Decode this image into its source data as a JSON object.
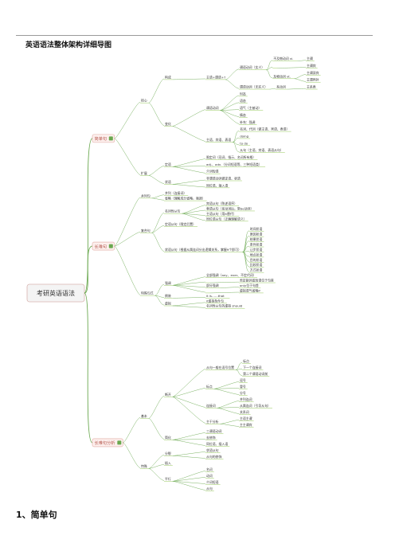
{
  "document": {
    "title": "英语语法整体架构详细导图",
    "section_heading": "1、简单句"
  },
  "colors": {
    "connector": "#6aa84f",
    "root_border": "#d9b4b0",
    "root_fill": "#f4f4f4",
    "branch_fill": "#fdf0ee",
    "branch_border": "#e0a8a0",
    "badge": "#6aa84f",
    "leaf_underline": "#8bc34a",
    "star_badge": "#f3c242"
  },
  "mindmap": {
    "root": {
      "label": "考研英语语法"
    },
    "branches": [
      {
        "label": "简单句",
        "children": [
          {
            "label": "核心",
            "children": [
              {
                "label": "构成",
                "children": [
                  {
                    "label": "主语+谓语+?",
                    "children": [
                      {
                        "label": "谓语动词（实义）",
                        "children": [
                          {
                            "label": "不及物动词 vi.",
                            "children": [
                              {
                                "label": "主谓"
                              }
                            ]
                          },
                          {
                            "label": "",
                            "children": [
                              {
                                "label": "主谓宾"
                              }
                            ]
                          },
                          {
                            "label": "及物动词 vt.",
                            "children": [
                              {
                                "label": "主谓双宾"
                              },
                              {
                                "label": "主谓宾补"
                              }
                            ]
                          }
                        ]
                      },
                      {
                        "label": "谓语动词（无实义）",
                        "children": [
                          {
                            "label": "系动词",
                            "children": [
                              {
                                "label": "主系表"
                              }
                            ]
                          }
                        ]
                      }
                    ]
                  }
                ]
              },
              {
                "label": "变化",
                "children": [
                  {
                    "label": "谓语动词",
                    "children": [
                      {
                        "label": "时态"
                      },
                      {
                        "label": "语态"
                      },
                      {
                        "label": "语气（主被动）"
                      },
                      {
                        "label": "情态"
                      },
                      {
                        "label": "补充：强调"
                      }
                    ]
                  },
                  {
                    "label": "主语、宾语、表语",
                    "children": [
                      {
                        "label": "名词、代词（做主语、宾语、表语）"
                      },
                      {
                        "label": "doing"
                      },
                      {
                        "label": "to do"
                      },
                      {
                        "label": "从句（主语、宾语、表语从句）"
                      }
                    ]
                  }
                ]
              }
            ]
          },
          {
            "label": "扩展",
            "children": [
              {
                "label": "定语",
                "children": [
                  {
                    "label": "限定词（冠词、指示、名词所有格）"
                  },
                  {
                    "label": "adj.、adv.（分词短语等、三种短语类）"
                  },
                  {
                    "label": "介词短语"
                  }
                ]
              },
              {
                "label": "状语",
                "children": [
                  {
                    "label": "非谓语动词做定语、状语"
                  },
                  {
                    "label": "同位语、插入语"
                  }
                ]
              }
            ]
          }
        ]
      },
      {
        "label": "长难句",
        "children": [
          {
            "label": "并列句",
            "children": [
              {
                "label": "并列（连接词）"
              },
              {
                "label": "省略（理解成分省略，强调）"
              }
            ]
          },
          {
            "label": "复合句",
            "children": [
              {
                "label": "名词性从句",
                "children": [
                  {
                    "label": "宾语从句（陈述语序）"
                  },
                  {
                    "label": "表语从句（系动词后，常be动词）"
                  },
                  {
                    "label": "主语从句（用it替代）"
                  },
                  {
                    "label": "同位语从句（正确理解语义）"
                  }
                ]
              },
              {
                "label": "定语从句（限定后置）"
              },
              {
                "label": "状语从句（根据从属连词分出逻辑关系，掌握9个即可）",
                "children": [
                  {
                    "label": "时间状语"
                  },
                  {
                    "label": "原因状语"
                  },
                  {
                    "label": "结果状语"
                  },
                  {
                    "label": "条件状语"
                  },
                  {
                    "label": "让步状语"
                  },
                  {
                    "label": "地点状语"
                  },
                  {
                    "label": "目的状语"
                  },
                  {
                    "label": "比较状语"
                  },
                  {
                    "label": "方式状语"
                  }
                ]
              }
            ]
          },
          {
            "label": "特殊句式",
            "children": [
              {
                "label": "强调",
                "children": [
                  {
                    "label": "全部强调（any、ever、不定代词）"
                  },
                  {
                    "label": "",
                    "children": [
                      {
                        "label": "否定副词或短语位于句首"
                      }
                    ]
                  },
                  {
                    "label": "部分强调",
                    "children": [
                      {
                        "label": "only位于句首"
                      }
                    ]
                  },
                  {
                    "label": "",
                    "children": [
                      {
                        "label": "虚拟语气省略if"
                      }
                    ]
                  }
                ]
              },
              {
                "label": "倒装",
                "children": [
                  {
                    "label": "it is……that"
                  }
                ]
              },
              {
                "label": "虚拟",
                "children": [
                  {
                    "label": "if虚拟条件句"
                  },
                  {
                    "label": "名词性从句的虚拟 should"
                  }
                ]
              }
            ]
          }
        ]
      },
      {
        "label": "长难句分析",
        "children": [
          {
            "label": "基本",
            "children": [
              {
                "label": "断开",
                "children": [
                  {
                    "label": "从句一般在逗号位置",
                    "children": [
                      {
                        "label": "标点"
                      },
                      {
                        "label": "下一个连接词"
                      },
                      {
                        "label": "第二个谓语动词前"
                      }
                    ]
                  },
                  {
                    "label": "标点",
                    "children": [
                      {
                        "label": "逗号"
                      },
                      {
                        "label": "冒号"
                      },
                      {
                        "label": "分号"
                      }
                    ]
                  },
                  {
                    "label": "连接词",
                    "children": [
                      {
                        "label": "并列连词"
                      },
                      {
                        "label": "从属连词（引导从句）"
                      },
                      {
                        "label": "关系词"
                      }
                    ]
                  },
                  {
                    "label": "主干分析",
                    "children": [
                      {
                        "label": "主语主谓"
                      },
                      {
                        "label": "主主谓宾"
                      }
                    ]
                  }
                ]
              },
              {
                "label": "简化",
                "children": [
                  {
                    "label": "三谓语动词"
                  },
                  {
                    "label": "去修饰"
                  },
                  {
                    "label": "同位语、插入语"
                  }
                ]
              }
            ]
          },
          {
            "label": "特殊",
            "children": [
              {
                "label": "分裂",
                "children": [
                  {
                    "label": "状语从句"
                  },
                  {
                    "label": "从句的修饰"
                  }
                ]
              },
              {
                "label": "插入"
              },
              {
                "label": "平行",
                "children": [
                  {
                    "label": "名词"
                  },
                  {
                    "label": "动词"
                  },
                  {
                    "label": "介词短语"
                  },
                  {
                    "label": "从句"
                  }
                ]
              }
            ]
          }
        ]
      }
    ]
  }
}
